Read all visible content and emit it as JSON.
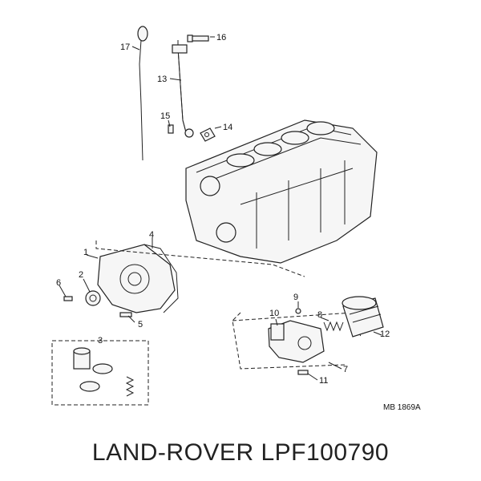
{
  "callouts": [
    {
      "id": "1",
      "label": "1"
    },
    {
      "id": "2",
      "label": "2"
    },
    {
      "id": "3",
      "label": "3"
    },
    {
      "id": "4",
      "label": "4"
    },
    {
      "id": "5",
      "label": "5"
    },
    {
      "id": "6",
      "label": "6"
    },
    {
      "id": "7",
      "label": "7"
    },
    {
      "id": "8",
      "label": "8"
    },
    {
      "id": "9",
      "label": "9"
    },
    {
      "id": "10",
      "label": "10"
    },
    {
      "id": "11",
      "label": "11"
    },
    {
      "id": "12",
      "label": "12"
    },
    {
      "id": "13",
      "label": "13"
    },
    {
      "id": "14",
      "label": "14"
    },
    {
      "id": "15",
      "label": "15"
    },
    {
      "id": "16",
      "label": "16"
    },
    {
      "id": "17",
      "label": "17"
    }
  ],
  "diagram_ref": "MB 1869A",
  "caption": "LAND-ROVER LPF100790"
}
